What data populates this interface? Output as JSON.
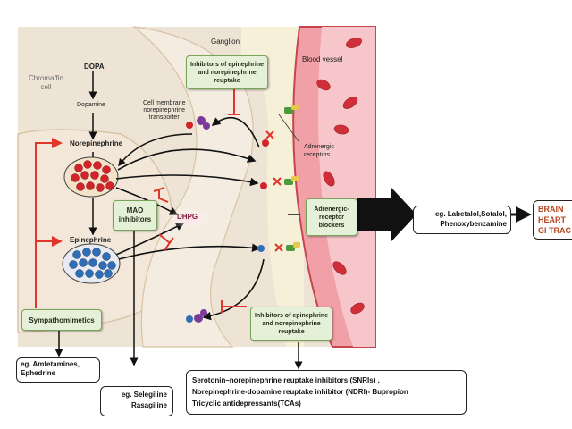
{
  "labels": {
    "ganglion": "Ganglion",
    "blood_vessel": "Blood vessel",
    "chromaffin_cell": "Chromaffin\ncell",
    "dopa": "DOPA",
    "dopamine": "Dopamine",
    "norepinephrine": "Norepinephrine",
    "epinephrine": "Epinephrine",
    "transporter": "Cell membrane\nnorepinephrine\ntransporter",
    "adrenergic_receptors": "Adrenergic\nreceptors",
    "dhpg": "DHPG"
  },
  "boxes": {
    "inhibitors_top": "Inhibitors of epinephrine\nand norepinephrine\nreuptake",
    "inhibitors_bottom": "Inhibitors of epinephrine\nand norepinephrine\nreuptake",
    "mao_inhibitors": "MAO\ninhibitors",
    "adrenergic_blockers": "Adrenergic-\nreceptor\nblockers",
    "sympathomimetics": "Sympathomimetics"
  },
  "examples": {
    "sympathomimetics": "eg. Amfetamines,\nEphedrine",
    "mao": "eg. Selegiline\nRasagiline",
    "blockers": "eg. Labetalol,Sotalol,\nPhenoxybenzamine",
    "reuptake": "Serotonin–norepinephrine reuptake inhibitors (SNRIs) ,\nNorepinephrine-dopamine reuptake inhibitor (NDRI)-  Bupropion\nTricyclic antidepressants(TCAs)",
    "organs": "BRAIN\nHEART\nGI TRAC"
  },
  "colors": {
    "tissue": "#eee4d6",
    "vessel": "#f0a0a6",
    "vessel_dark": "#c9454e",
    "red_vesicle": "#d2232a",
    "blue_vesicle": "#2f6db5",
    "arrow_red": "#e0352b",
    "box_green": "#e4f1d8",
    "organs_text": "#b4441e"
  }
}
